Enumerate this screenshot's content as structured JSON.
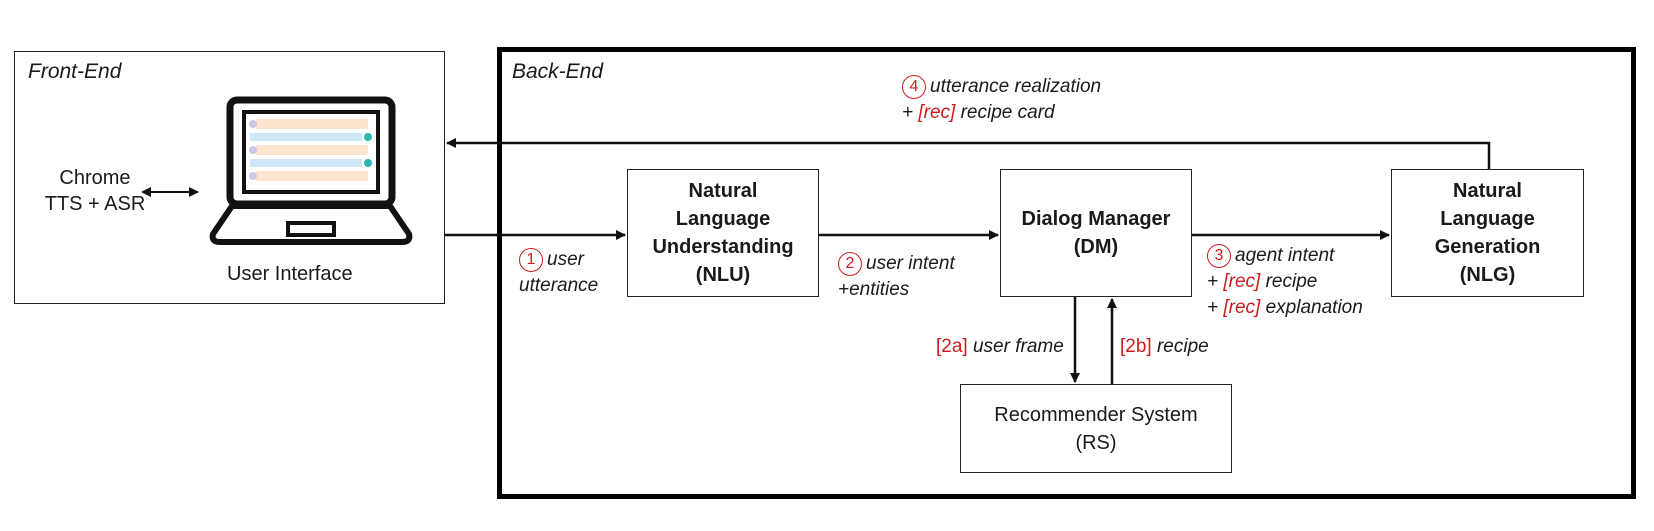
{
  "frontend": {
    "title": "Front-End",
    "chrome_line1": "Chrome",
    "chrome_line2": "TTS + ASR",
    "ui_label": "User Interface"
  },
  "backend": {
    "title": "Back-End"
  },
  "boxes": {
    "nlu": [
      "Natural",
      "Language",
      "Understanding",
      "(NLU)"
    ],
    "dm": [
      "Dialog Manager",
      "(DM)"
    ],
    "nlg": [
      "Natural",
      "Language",
      "Generation",
      "(NLG)"
    ],
    "rs": [
      "Recommender System",
      "(RS)"
    ]
  },
  "edges": {
    "e1": {
      "num": "1",
      "line1": "user",
      "line2": "utterance"
    },
    "e2": {
      "num": "2",
      "line1": "user intent",
      "line2": "+entities"
    },
    "e3": {
      "num": "3",
      "line1": "agent intent",
      "line2_prefix": "+ ",
      "line2_tag": "[rec]",
      "line2_text": " recipe",
      "line3_prefix": "+ ",
      "line3_tag": "[rec]",
      "line3_text": " explanation"
    },
    "e4": {
      "num": "4",
      "line1": "utterance realization",
      "line2_prefix": "+ ",
      "line2_tag": "[rec]",
      "line2_text": " recipe card"
    },
    "e2a": {
      "tag": "[2a]",
      "text": " user frame"
    },
    "e2b": {
      "tag": "[2b]",
      "text": " recipe"
    }
  },
  "colors": {
    "accent": "#d01c1c",
    "ui_orange": "#fde4cf",
    "ui_blue": "#cfe8f7",
    "ui_teal": "#2bb7b3"
  }
}
